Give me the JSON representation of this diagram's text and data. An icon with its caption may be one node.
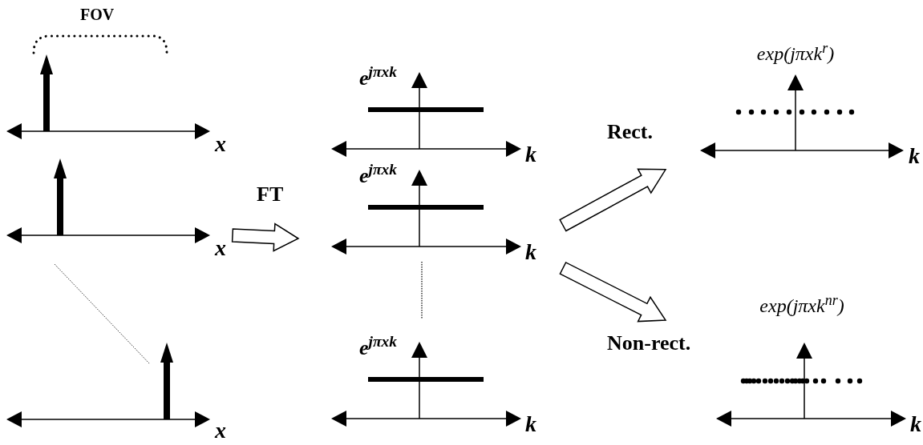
{
  "diagram": {
    "nodes": [
      {
        "text": [
          "x"
        ]
      },
      {
        "text": [
          "x"
        ]
      },
      {
        "text": [
          "x"
        ]
      },
      {
        "text": [
          "e$^{jπxk}$",
          "k"
        ]
      },
      {
        "text": [
          "e$^{jπxk}$",
          "k"
        ]
      },
      {
        "text": [
          "e$^{jπxk}$",
          "k"
        ]
      },
      {
        "text": [
          "exp(jπxk$^{r}$)",
          "k"
        ]
      },
      {
        "text": [
          "exp(jπxk$^{nr}$)",
          "k"
        ]
      }
    ],
    "edges": [
      {
        "from": 1,
        "to": 4,
        "arrow": "to",
        "label": "FT"
      },
      {
        "from": 4,
        "to": 6,
        "arrow": "to",
        "label": "Rect."
      },
      {
        "from": 4,
        "to": 7,
        "arrow": "to",
        "label": "Non-rect."
      }
    ],
    "labels": [
      "FOV"
    ]
  }
}
